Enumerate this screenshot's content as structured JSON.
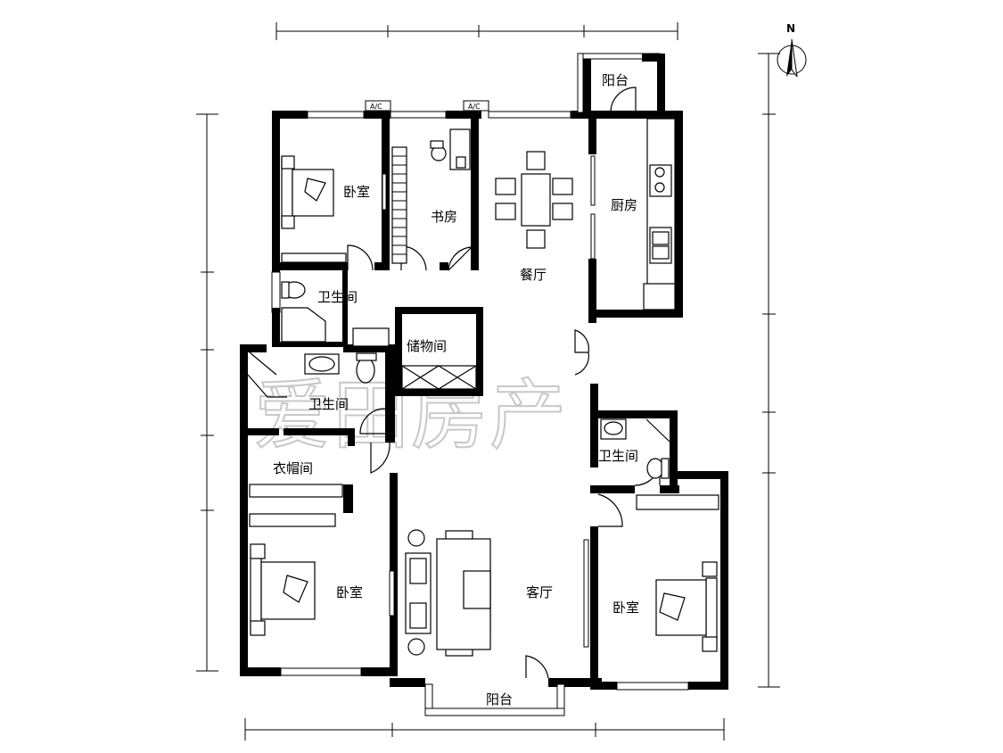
{
  "compass": {
    "north": "N"
  },
  "watermark": "爱田房产",
  "rooms": {
    "bedroom_nw": "卧室",
    "study": "书房",
    "dining": "餐厅",
    "kitchen": "厨房",
    "balcony_n": "阳台",
    "bath_n": "卫生间",
    "storage": "储物间",
    "bath_w": "卫生间",
    "cloakroom": "衣帽间",
    "bath_e": "卫生间",
    "bedroom_sw": "卧室",
    "living": "客厅",
    "bedroom_se": "卧室",
    "balcony_s": "阳台"
  },
  "ac_labels": [
    "A/C",
    "A/C"
  ]
}
